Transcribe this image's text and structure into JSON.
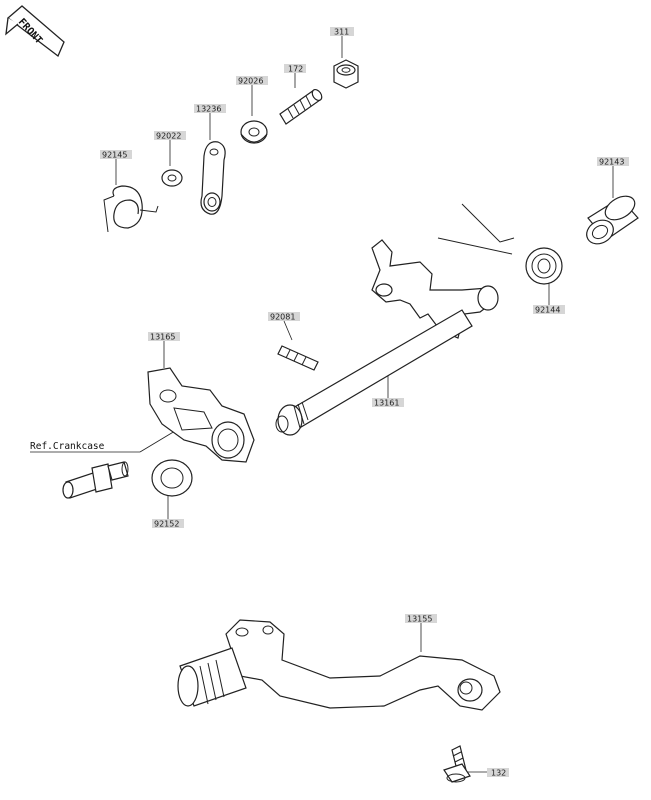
{
  "orientation": {
    "front_label": "FRONT",
    "icon": "front-arrow-icon"
  },
  "reference_note": "Ref.Crankcase",
  "part_labels": {
    "p311": "311",
    "p172": "172",
    "p92026": "92026",
    "p13236": "13236",
    "p92022": "92022",
    "p92145": "92145",
    "p92143": "92143",
    "p92144": "92144",
    "p92081": "92081",
    "p13165": "13165",
    "p13161": "13161",
    "p92152": "92152",
    "p13155": "13155",
    "p132": "132"
  },
  "colors": {
    "label_background": "#d6d6d6",
    "line": "#222222",
    "background": "#ffffff"
  }
}
